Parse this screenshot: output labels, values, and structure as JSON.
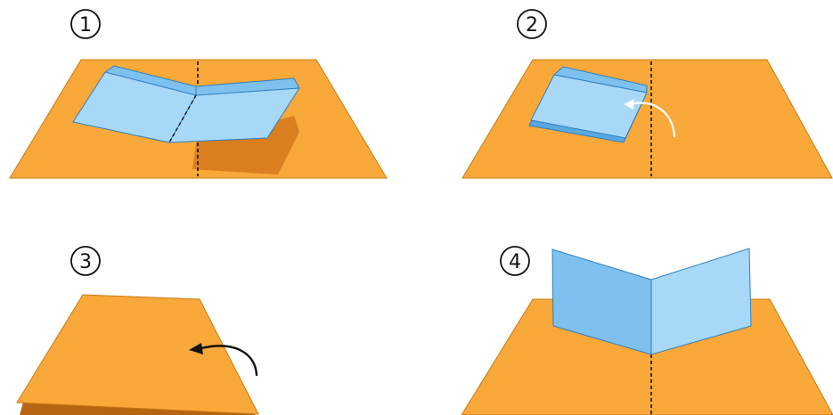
{
  "steps": [
    {
      "number": "1"
    },
    {
      "number": "2"
    },
    {
      "number": "3"
    },
    {
      "number": "4"
    }
  ],
  "colors": {
    "paper_orange": "#f9a83a",
    "paper_orange_shadow": "#d97f1f",
    "paper_orange_dark": "#b5650f",
    "card_blue_light": "#a8d8f8",
    "card_blue_mid": "#7fc1ee",
    "card_outline": "#2e7fbf",
    "ink": "#111111",
    "arrow_white": "#ffffff"
  },
  "icons": {
    "step_badge": "circled-number",
    "fold_line": "dashed-line",
    "fold_arrow": "curved-arrow"
  }
}
